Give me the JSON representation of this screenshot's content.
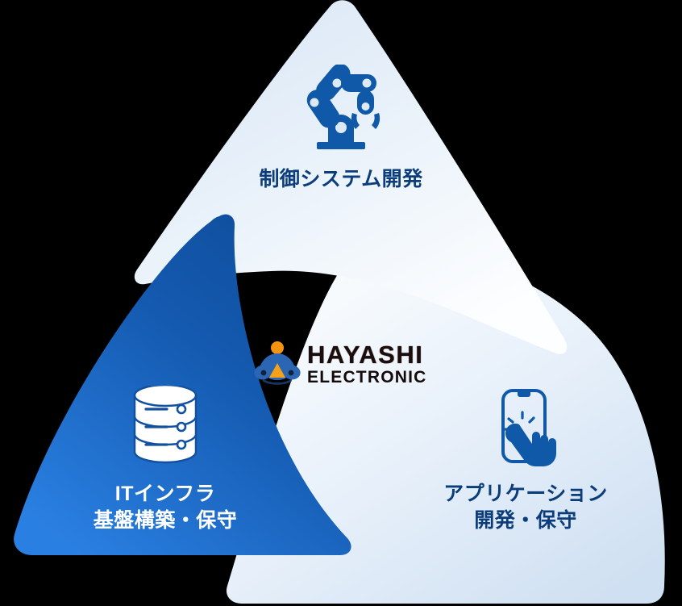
{
  "diagram": {
    "title": "HAYASHI ELECTRONIC business domains triad",
    "background_color": "#000000",
    "shape": "three-petal triangle",
    "nodes": [
      {
        "id": "control",
        "position": "top",
        "icon": "robot-arm-icon",
        "label": "制御システム開発",
        "label_color": "#0b3d7a",
        "icon_color": "#1059a8",
        "fill_from": "#e4edf7",
        "fill_to": "#fdfefe"
      },
      {
        "id": "infra",
        "position": "bottom-left",
        "icon": "database-server-icon",
        "label": "ITインフラ\n基盤構築・保守",
        "label_color": "#ffffff",
        "icon_color": "#ffffff",
        "fill_from": "#13509f",
        "fill_to": "#2479dd"
      },
      {
        "id": "app",
        "position": "bottom-right",
        "icon": "mobile-tap-icon",
        "label": "アプリケーション\n開発・保守",
        "label_color": "#0b3d7a",
        "icon_color": "#1059a8",
        "fill_from": "#fcfdfe",
        "fill_to": "#d3e2f3"
      }
    ]
  },
  "logo": {
    "mark_name": "hayashi-emblem",
    "line1": "HAYASHI",
    "line2": "ELECTRONIC",
    "accent_orange": "#f59410",
    "accent_blue": "#2b66b4",
    "text_color": "#1b0d0c"
  }
}
